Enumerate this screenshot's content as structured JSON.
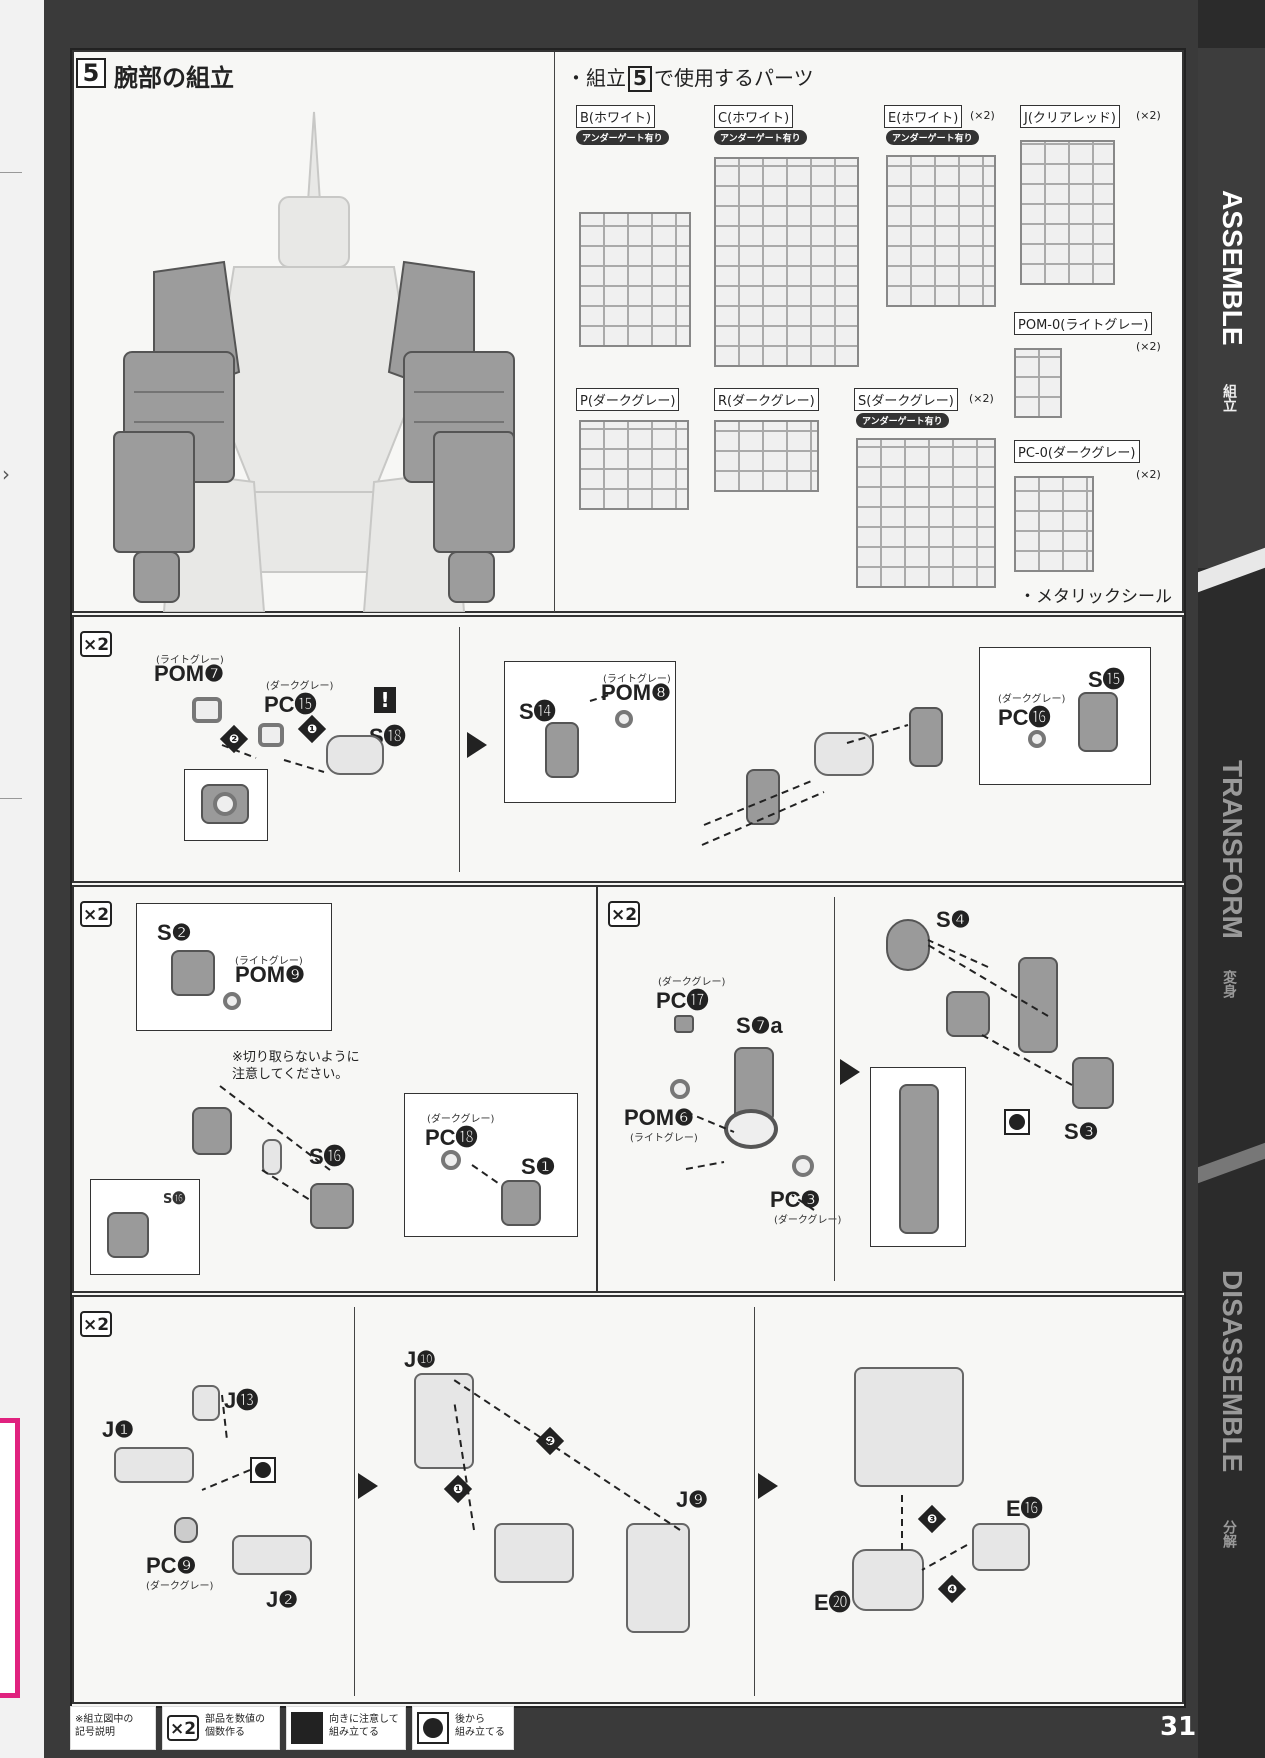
{
  "step": {
    "number": "5",
    "title": "腕部の組立",
    "parts_heading": "・組立",
    "parts_heading_num": "5",
    "parts_heading_tail": "で使用するパーツ"
  },
  "runners": [
    {
      "id": "B",
      "name": "B(ホワイト)",
      "gate": "アンダーゲート有り",
      "count": ""
    },
    {
      "id": "C",
      "name": "C(ホワイト)",
      "gate": "アンダーゲート有り",
      "count": ""
    },
    {
      "id": "E",
      "name": "E(ホワイト)",
      "gate": "アンダーゲート有り",
      "count": "(×2)"
    },
    {
      "id": "J",
      "name": "J(クリアレッド)",
      "gate": "",
      "count": "(×2)"
    },
    {
      "id": "POM",
      "name": "POM-0(ライトグレー)",
      "gate": "",
      "count": "(×2)"
    },
    {
      "id": "P",
      "name": "P(ダークグレー)",
      "gate": "",
      "count": ""
    },
    {
      "id": "R",
      "name": "R(ダークグレー)",
      "gate": "",
      "count": ""
    },
    {
      "id": "S",
      "name": "S(ダークグレー)",
      "gate": "アンダーゲート有り",
      "count": "(×2)"
    },
    {
      "id": "PC",
      "name": "PC-0(ダークグレー)",
      "gate": "",
      "count": "(×2)"
    }
  ],
  "metallic_seal": "・メタリックシール",
  "multiplier": "×2",
  "panel1": {
    "pom7_sub": "(ライトグレー)",
    "pom7": "POM❼",
    "pc15_sub": "(ダークグレー)",
    "pc15": "PC⓯",
    "s18": "S⓲",
    "caution": "!",
    "step_a": "❷",
    "step_b": "❶",
    "pom8_sub": "(ライトグレー)",
    "pom8": "POM❽",
    "s14": "S⓮",
    "pc16_sub": "(ダークグレー)",
    "pc16": "PC⓰",
    "s15": "S⓯"
  },
  "panel2": {
    "s2": "S❷",
    "pom9_sub": "(ライトグレー)",
    "pom9": "POM❾",
    "note": "※切り取らないように\n注意してください。",
    "s16": "S⓰",
    "s16_small": "S⓰",
    "pc18_sub": "(ダークグレー)",
    "pc18": "PC⓲",
    "s1": "S❶"
  },
  "panel3": {
    "pc17_sub": "(ダークグレー)",
    "pc17": "PC⓱",
    "s7a": "S❼a",
    "pom6": "POM❻",
    "pom6_sub": "(ライトグレー)",
    "pc3": "PC❸",
    "pc3_sub": "(ダークグレー)",
    "s4": "S❹",
    "s3": "S❸"
  },
  "panel4": {
    "j13": "J⓭",
    "j1": "J❶",
    "pc9": "PC❾",
    "pc9_sub": "(ダークグレー)",
    "j2": "J❷",
    "j10": "J❿",
    "j9": "J❾",
    "step1": "❶",
    "step2": "❷",
    "e16": "E⓰",
    "e20": "E⓴",
    "step3": "❸",
    "step4": "❹"
  },
  "sidebar": {
    "assemble": "ASSEMBLE",
    "assemble_jp": "組立",
    "transform": "TRANSFORM",
    "transform_jp": "変身",
    "disassemble": "DISASSEMBLE",
    "disassemble_jp": "分解",
    "slashes": "//"
  },
  "footer": {
    "legend_title": "※組立図中の\n記号説明",
    "x2_text": "部品を数値の\n個数作る",
    "caution_text": "向きに注意して\n組み立てる",
    "back_text": "後から\n組み立てる",
    "page_number": "31"
  },
  "colors": {
    "accent_pink": "#e0227f",
    "dark_part": "#9a9a9a",
    "light_part": "#e6e6e6",
    "sidebar_bg": "#2b2b2b"
  }
}
